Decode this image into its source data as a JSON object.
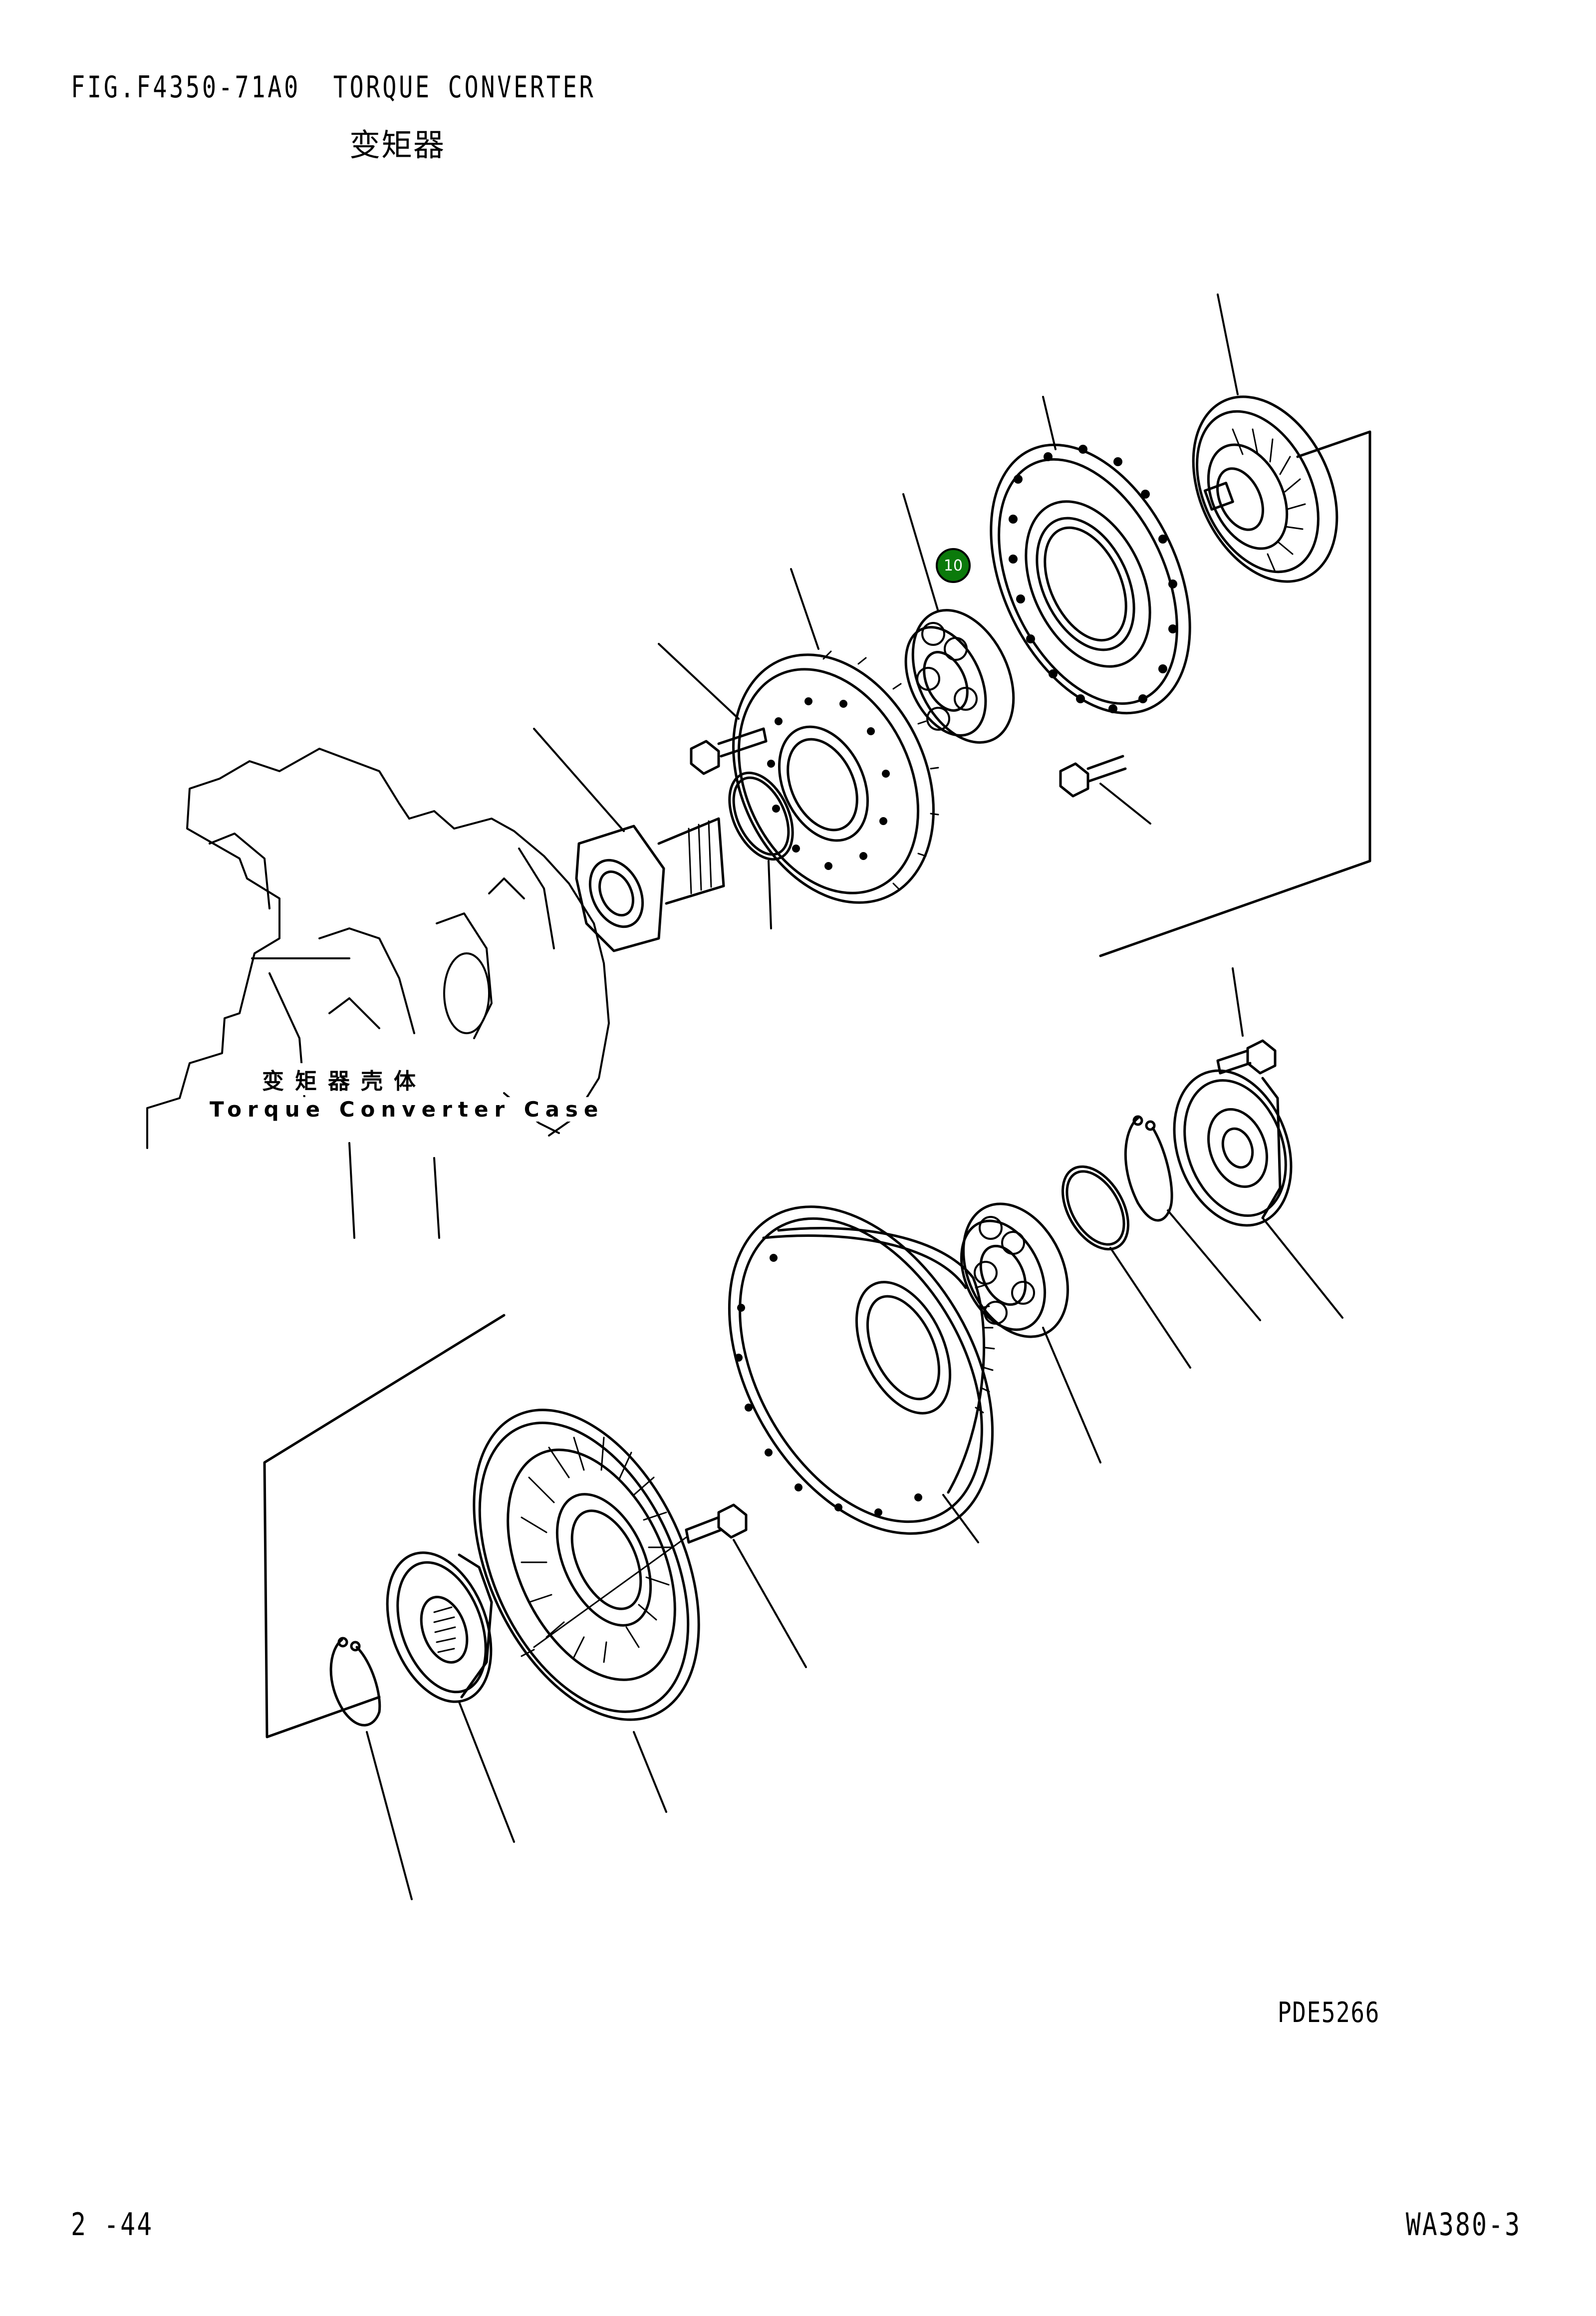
{
  "document": {
    "title": "FIG.F4350-71A0  TORQUE CONVERTER",
    "title_cn": "变矩器",
    "figure_code": "PDE5266",
    "page_number": "2 -44",
    "model": "WA380-3"
  },
  "labels": {
    "case_cn": "变矩器壳体",
    "case_en": "Torque Converter Case"
  },
  "markers": [
    {
      "id": "10",
      "label": "10",
      "color": "#0b7a0b"
    }
  ],
  "parts": [
    {
      "name": "turbine-stator-top-right"
    },
    {
      "name": "drive-case-flange"
    },
    {
      "name": "bearing-marked-10"
    },
    {
      "name": "ring-gear"
    },
    {
      "name": "mounting-bolt-upper"
    },
    {
      "name": "output-shaft-flange"
    },
    {
      "name": "o-ring-seal"
    },
    {
      "name": "bolt-right"
    },
    {
      "name": "torque-converter-case"
    },
    {
      "name": "bolt-lower-right"
    },
    {
      "name": "retainer-cover"
    },
    {
      "name": "snap-ring-right"
    },
    {
      "name": "seal-ring-right"
    },
    {
      "name": "bearing-lower"
    },
    {
      "name": "housing-drum"
    },
    {
      "name": "bolt-lower"
    },
    {
      "name": "pump-impeller"
    },
    {
      "name": "hub-flange"
    },
    {
      "name": "snap-ring-left"
    }
  ]
}
